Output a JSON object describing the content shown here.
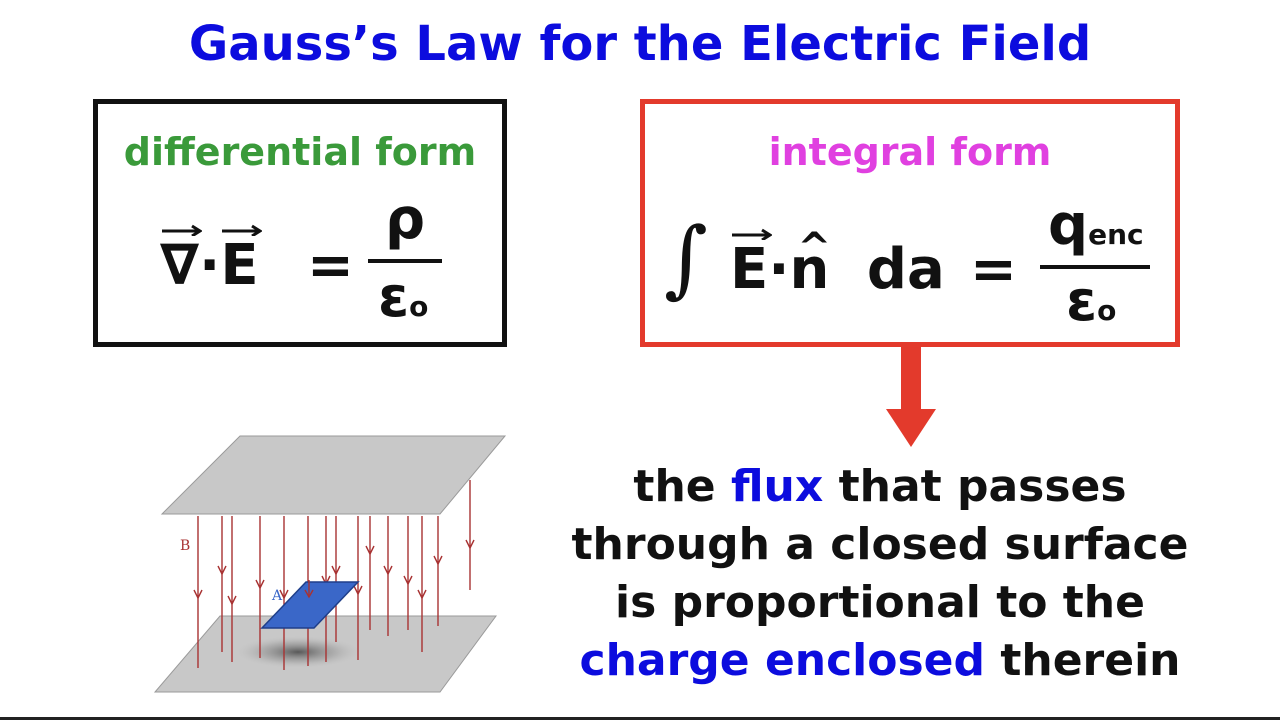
{
  "title": "Gauss’s Law for the Electric Field",
  "differential": {
    "label": "differential form",
    "label_color": "#3a9a3a",
    "box_color": "#111111",
    "nabla": "∇",
    "dot": "·",
    "E": "E",
    "equals": "=",
    "numerator": "ρ",
    "denominator": "ε",
    "denominator_sub": "o"
  },
  "integral": {
    "label": "integral form",
    "label_color": "#e040e0",
    "box_color": "#e33a2c",
    "integral_sign": "∫",
    "E": "E",
    "dot": "·",
    "n": "n",
    "n_hat": "^",
    "da": "da",
    "equals": "=",
    "numerator": "q",
    "numerator_sub": "enc",
    "denominator": "ε",
    "denominator_sub": "o"
  },
  "arrow_color": "#e33a2c",
  "statement": {
    "line1_a": "the ",
    "line1_hl": "flux",
    "line1_b": " that passes",
    "line2": "through a closed surface",
    "line3": "is proportional to the",
    "line4_hl": "charge enclosed",
    "line4_b": " therein",
    "highlight_color": "#0c0cde"
  },
  "figure": {
    "label_a": "A",
    "label_b": "B",
    "plane_color": "#c8c8c8",
    "patch_color": "#3a67c8",
    "field_line_color": "#a83232"
  }
}
